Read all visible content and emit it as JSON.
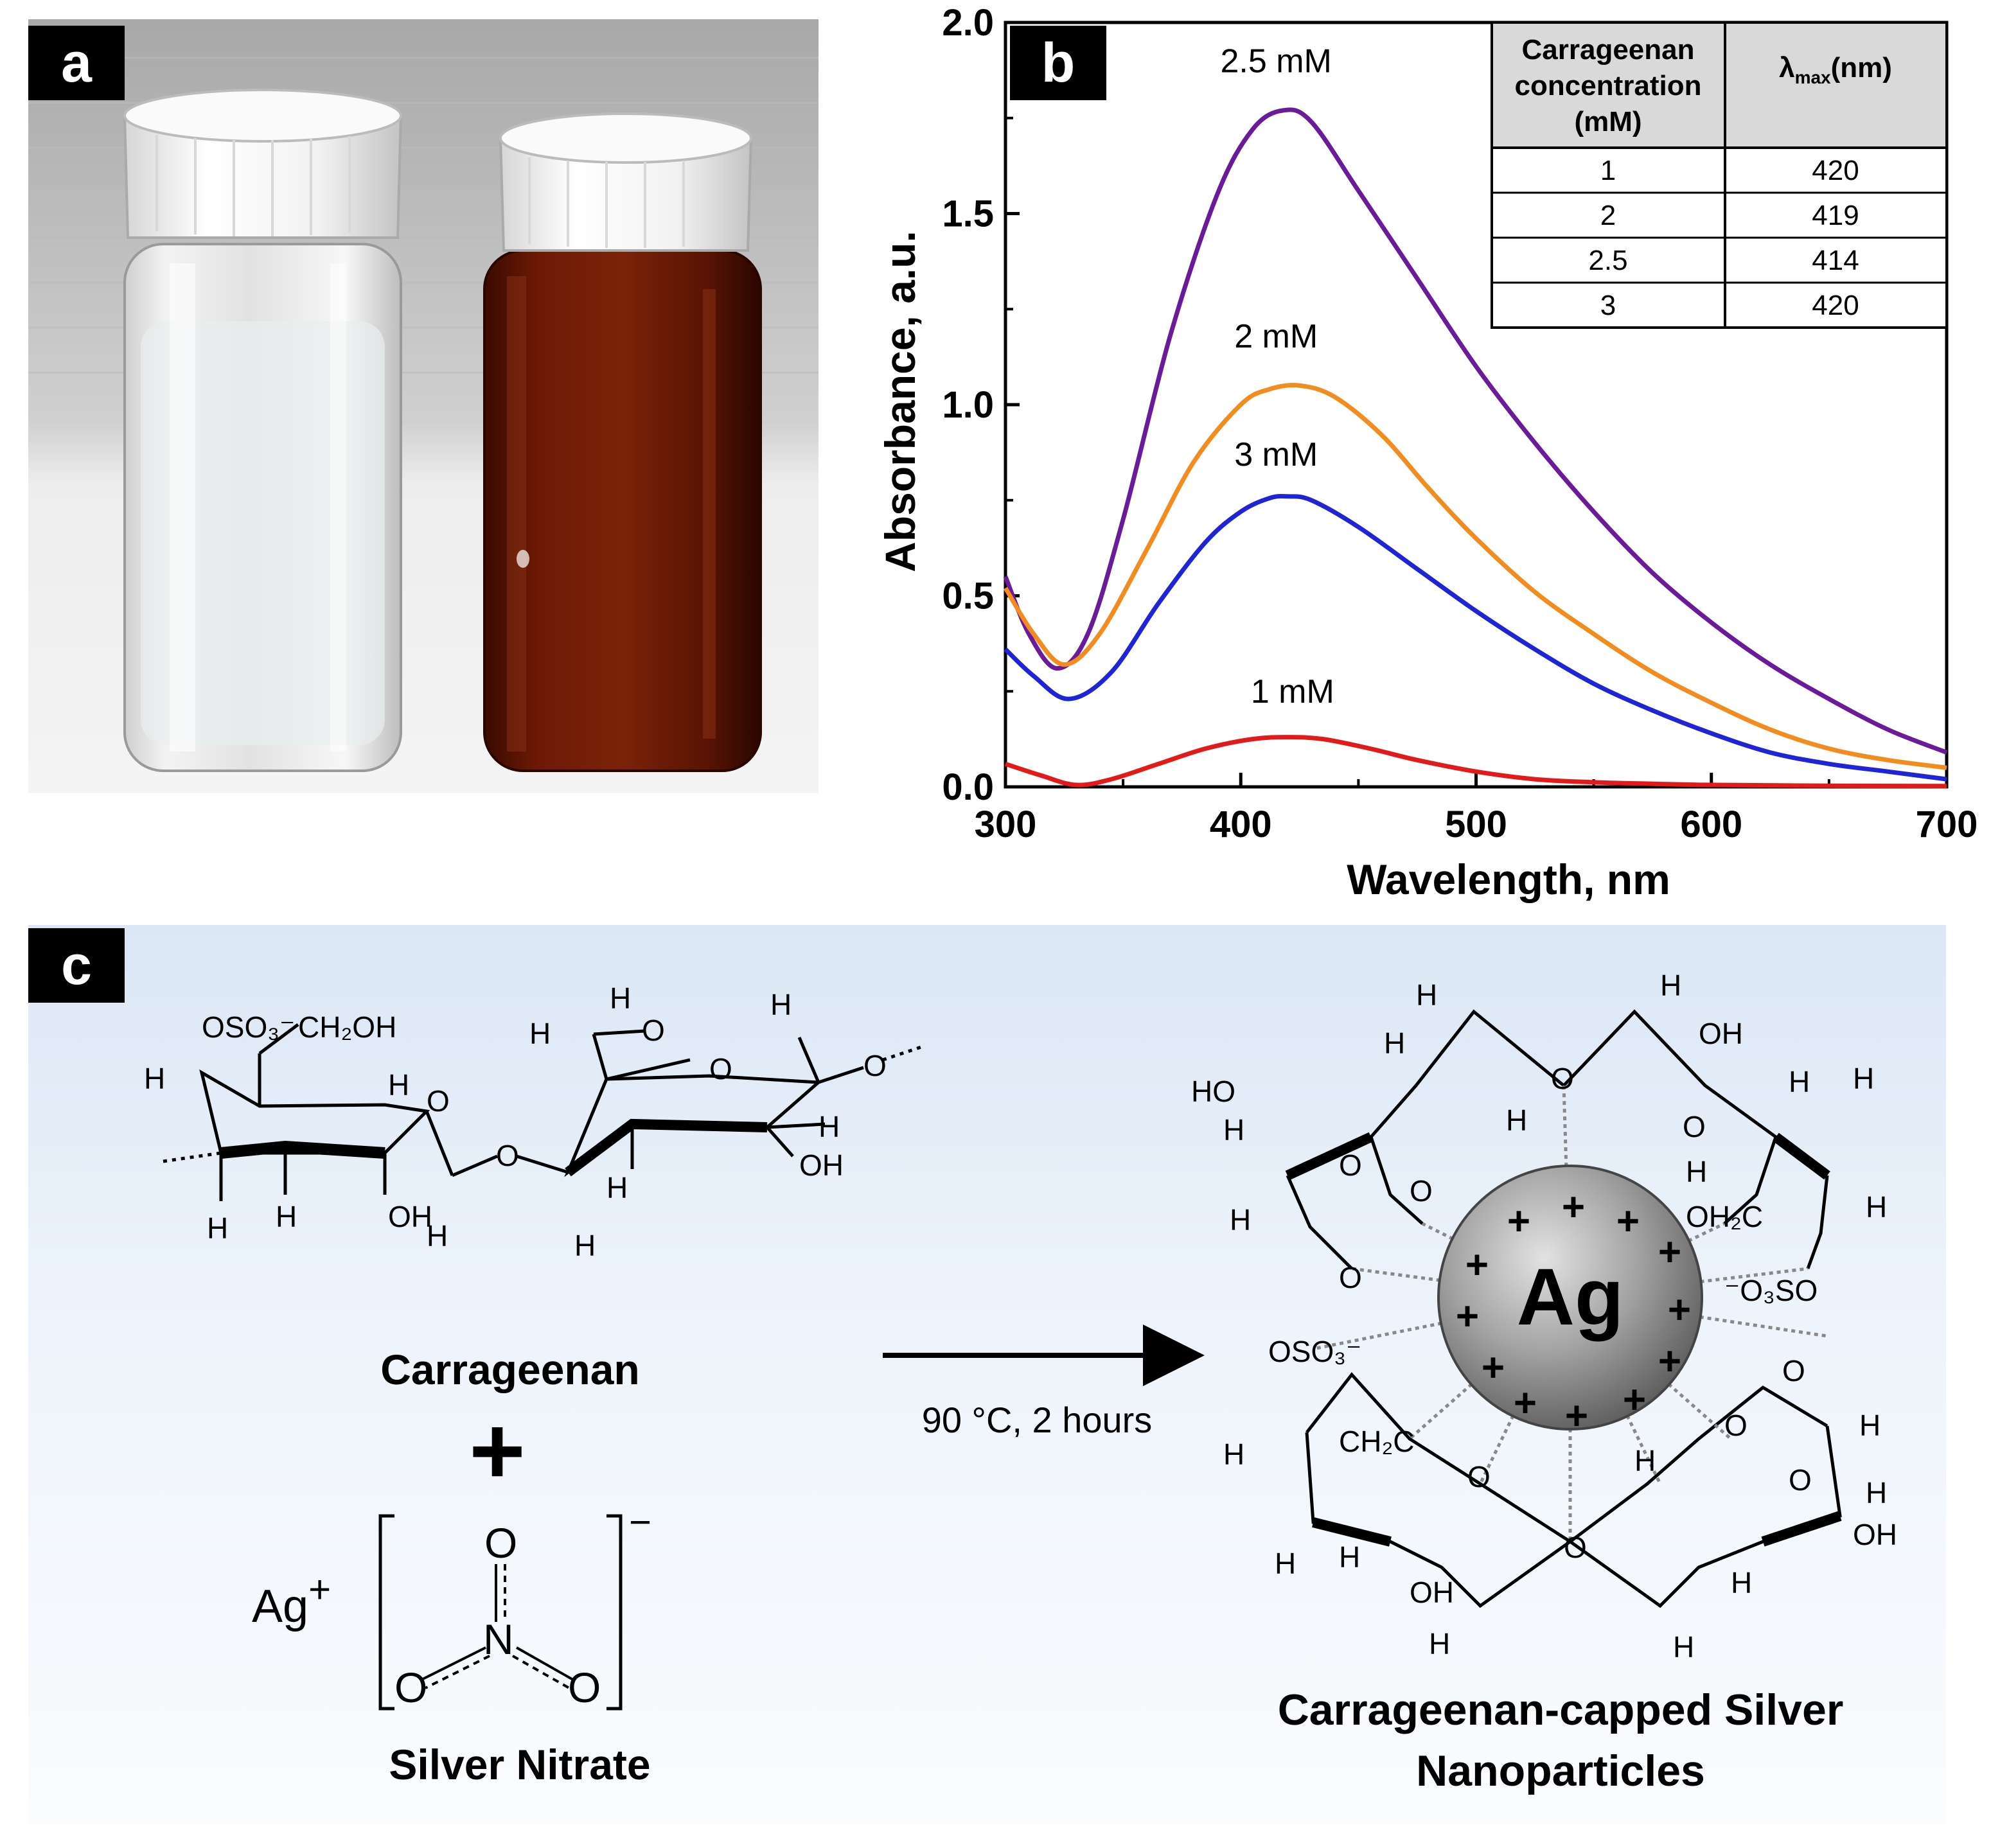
{
  "panels": {
    "a": "a",
    "b": "b",
    "c": "c"
  },
  "chart_data": {
    "type": "line",
    "xlabel": "Wavelength, nm",
    "ylabel": "Absorbance, a.u.",
    "xlim": [
      300,
      700
    ],
    "ylim": [
      0.0,
      2.0
    ],
    "xticks": [
      "300",
      "400",
      "500",
      "600",
      "700"
    ],
    "yticks": [
      "0.0",
      "0.5",
      "1.0",
      "1.5",
      "2.0"
    ],
    "series": [
      {
        "name": "2.5 mM",
        "color": "#6a1b9a",
        "x": [
          300,
          310,
          322,
          335,
          350,
          370,
          390,
          405,
          418,
          430,
          450,
          475,
          500,
          525,
          550,
          575,
          600,
          625,
          650,
          675,
          700
        ],
        "y": [
          0.55,
          0.4,
          0.31,
          0.4,
          0.7,
          1.18,
          1.55,
          1.72,
          1.77,
          1.74,
          1.56,
          1.33,
          1.1,
          0.9,
          0.72,
          0.56,
          0.43,
          0.32,
          0.23,
          0.15,
          0.09
        ]
      },
      {
        "name": "2 mM",
        "color": "#f28c1e",
        "x": [
          300,
          312,
          325,
          340,
          360,
          380,
          400,
          412,
          425,
          440,
          460,
          480,
          500,
          525,
          550,
          575,
          600,
          625,
          650,
          675,
          700
        ],
        "y": [
          0.52,
          0.4,
          0.32,
          0.4,
          0.62,
          0.85,
          1.0,
          1.04,
          1.05,
          1.02,
          0.92,
          0.78,
          0.65,
          0.51,
          0.4,
          0.3,
          0.22,
          0.15,
          0.1,
          0.07,
          0.05
        ]
      },
      {
        "name": "3 mM",
        "color": "#1f24d6",
        "x": [
          300,
          312,
          327,
          345,
          365,
          385,
          400,
          412,
          420,
          430,
          450,
          475,
          500,
          525,
          550,
          575,
          600,
          625,
          650,
          675,
          700
        ],
        "y": [
          0.36,
          0.29,
          0.23,
          0.3,
          0.48,
          0.64,
          0.72,
          0.755,
          0.76,
          0.75,
          0.68,
          0.57,
          0.46,
          0.36,
          0.27,
          0.2,
          0.14,
          0.09,
          0.06,
          0.04,
          0.02
        ]
      },
      {
        "name": "1 mM",
        "color": "#e21a1a",
        "x": [
          300,
          315,
          330,
          345,
          365,
          385,
          405,
          420,
          435,
          455,
          475,
          500,
          525,
          550,
          575,
          600,
          650,
          700
        ],
        "y": [
          0.06,
          0.03,
          0.005,
          0.02,
          0.06,
          0.1,
          0.125,
          0.13,
          0.125,
          0.1,
          0.07,
          0.04,
          0.02,
          0.012,
          0.008,
          0.005,
          0.003,
          0.002
        ]
      }
    ],
    "annotations": [
      {
        "text": "2.5 mM",
        "x": 415,
        "y": 1.87
      },
      {
        "text": "2 mM",
        "x": 415,
        "y": 1.15
      },
      {
        "text": "3 mM",
        "x": 415,
        "y": 0.84
      },
      {
        "text": "1 mM",
        "x": 422,
        "y": 0.22
      }
    ],
    "table": {
      "header_concentration": "Carrageenan concentration (mM)",
      "header_concentration_lines": [
        "Carrageenan",
        "concentration",
        "(mM)"
      ],
      "header_lambda": "λmax(nm)",
      "header_lambda_symbol": "λ",
      "header_lambda_sub": "max",
      "header_lambda_unit": "(nm)",
      "rows": [
        {
          "concentration": "1",
          "lambda": "420"
        },
        {
          "concentration": "2",
          "lambda": "419"
        },
        {
          "concentration": "2.5",
          "lambda": "414"
        },
        {
          "concentration": "3",
          "lambda": "420"
        }
      ]
    }
  },
  "scheme": {
    "reactant1_name": "Carrageenan",
    "reactant2_name": "Silver Nitrate",
    "plus": "+",
    "condition": "90 °C, 2 hours",
    "product_line1": "Carrageenan-capped Silver",
    "product_line2": "Nanoparticles",
    "core_label": "Ag",
    "ag_ion": "Ag",
    "ag_charge": "+",
    "nitrate_charge": "−",
    "atoms": {
      "O": "O",
      "N": "N",
      "H": "H",
      "OH": "OH",
      "HO": "HO",
      "CH2OH": "CH₂OH",
      "OSO3": "OSO₃⁻",
      "O3SO": "⁻O₃SO",
      "OH2C": "OH₂C",
      "CH2C": "CH₂C"
    }
  }
}
